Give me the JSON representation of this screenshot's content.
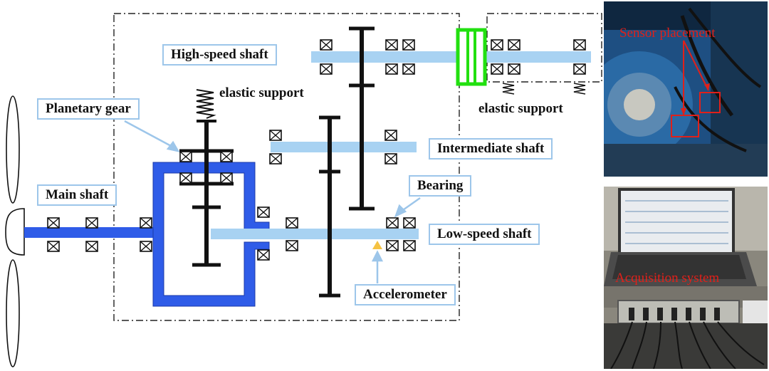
{
  "labels": {
    "high_speed_shaft": "High-speed shaft",
    "elastic_support_left": "elastic support",
    "elastic_support_right": "elastic support",
    "planetary_gear": "Planetary gear",
    "intermediate_shaft": "Intermediate shaft",
    "main_shaft": "Main shaft",
    "bearing": "Bearing",
    "low_speed_shaft": "Low-speed shaft",
    "accelerometer": "Accelerometer"
  },
  "photos": {
    "sensor_caption": "Sensor placement",
    "acquisition_caption": "Acquisition system"
  },
  "colors": {
    "shaft": "#a8d2f2",
    "carrier": "#2f5ce8",
    "coupling": "#22e010",
    "label_border": "#9dc6ea",
    "photo_text": "#e0201a",
    "accelerometer": "#f5c242"
  }
}
